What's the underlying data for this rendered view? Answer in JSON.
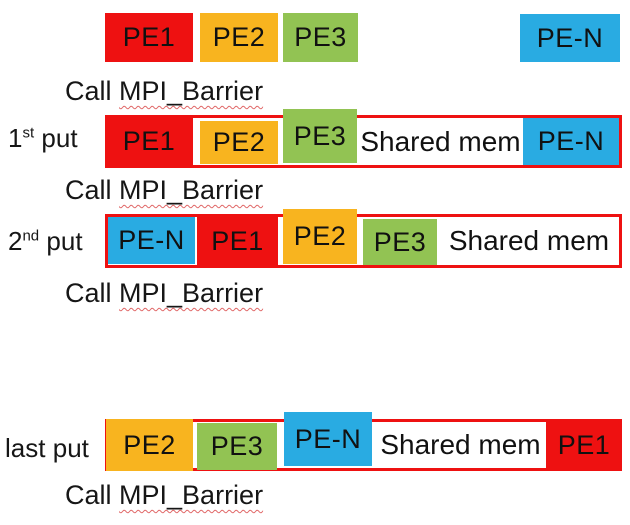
{
  "palette": {
    "red": "#ee1111",
    "orange": "#f8b41f",
    "green": "#92c353",
    "blue": "#29abe2",
    "container_border": "#ee1111",
    "squiggle": "#e06666",
    "text": "#161616",
    "background": "#ffffff"
  },
  "barrier": {
    "prefix": "Call",
    "keyword": "MPI_Barrier"
  },
  "initial_row": {
    "blocks": [
      {
        "text": "PE1",
        "color": "#ee1111"
      },
      {
        "text": "PE2",
        "color": "#f8b41f"
      },
      {
        "text": "PE3",
        "color": "#92c353"
      },
      {
        "text": "PE-N",
        "color": "#29abe2"
      }
    ]
  },
  "put_rows": [
    {
      "label": {
        "num": "1",
        "sup": "st",
        "word": "put"
      },
      "blocks": [
        {
          "text": "PE1",
          "color": "#ee1111"
        },
        {
          "text": "PE2",
          "color": "#f8b41f"
        },
        {
          "text": "PE3",
          "color": "#92c353"
        },
        {
          "text": "Shared mem",
          "color": "#ffffff"
        },
        {
          "text": "PE-N",
          "color": "#29abe2"
        }
      ]
    },
    {
      "label": {
        "num": "2",
        "sup": "nd",
        "word": "put"
      },
      "blocks": [
        {
          "text": "PE-N",
          "color": "#29abe2"
        },
        {
          "text": "PE1",
          "color": "#ee1111"
        },
        {
          "text": "PE2",
          "color": "#f8b41f"
        },
        {
          "text": "PE3",
          "color": "#92c353"
        },
        {
          "text": "Shared mem",
          "color": "#ffffff"
        }
      ]
    },
    {
      "label": {
        "num": "last",
        "sup": "",
        "word": "put"
      },
      "blocks": [
        {
          "text": "PE2",
          "color": "#f8b41f"
        },
        {
          "text": "PE3",
          "color": "#92c353"
        },
        {
          "text": "PE-N",
          "color": "#29abe2"
        },
        {
          "text": "Shared mem",
          "color": "#ffffff"
        },
        {
          "text": "PE1",
          "color": "#ee1111"
        }
      ]
    }
  ]
}
